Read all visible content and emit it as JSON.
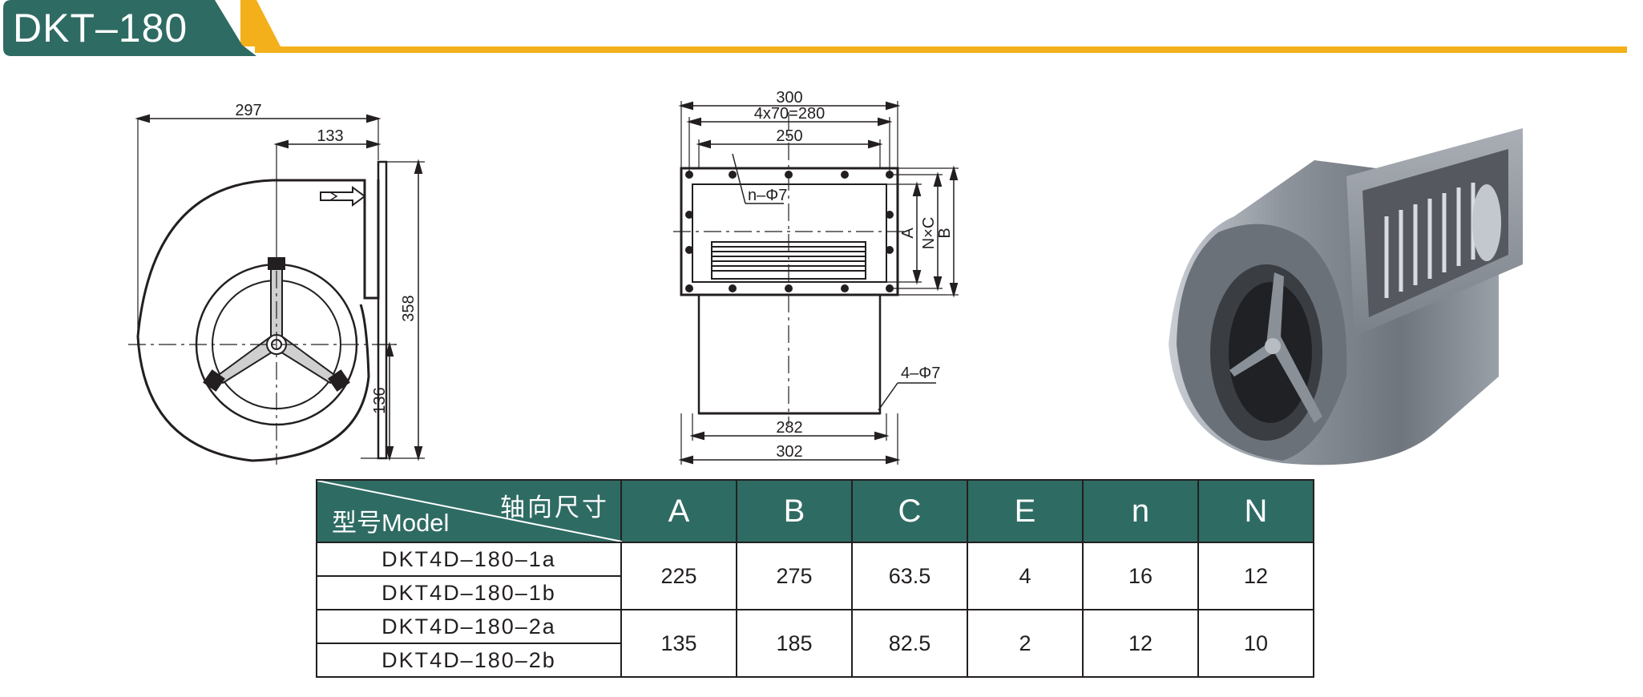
{
  "header": {
    "title": "DKT–180",
    "bar_color": "#2e6b63",
    "accent_color": "#f4b01b"
  },
  "side_view": {
    "dimensions": {
      "overall_width": "297",
      "outlet_offset": "133",
      "height": "358",
      "axis_height": "136"
    }
  },
  "front_view": {
    "dimensions": {
      "flange_width": "300",
      "hole_pitch": "4x70=280",
      "outlet_width": "250",
      "flange_holes": "n–Φ7",
      "dim_a": "A",
      "dim_nxc": "N×C",
      "dim_b": "B",
      "base_holes": "4–Φ7",
      "base_inner": "282",
      "base_outer": "302"
    }
  },
  "spec_table": {
    "header_axial": "轴向尺寸",
    "header_model": "型号Model",
    "columns": [
      "A",
      "B",
      "C",
      "E",
      "n",
      "N"
    ],
    "groups": [
      {
        "models": [
          "DKT4D–180–1a",
          "DKT4D–180–1b"
        ],
        "values": [
          "225",
          "275",
          "63.5",
          "4",
          "16",
          "12"
        ]
      },
      {
        "models": [
          "DKT4D–180–2a",
          "DKT4D–180–2b"
        ],
        "values": [
          "135",
          "185",
          "82.5",
          "2",
          "12",
          "10"
        ]
      }
    ]
  }
}
